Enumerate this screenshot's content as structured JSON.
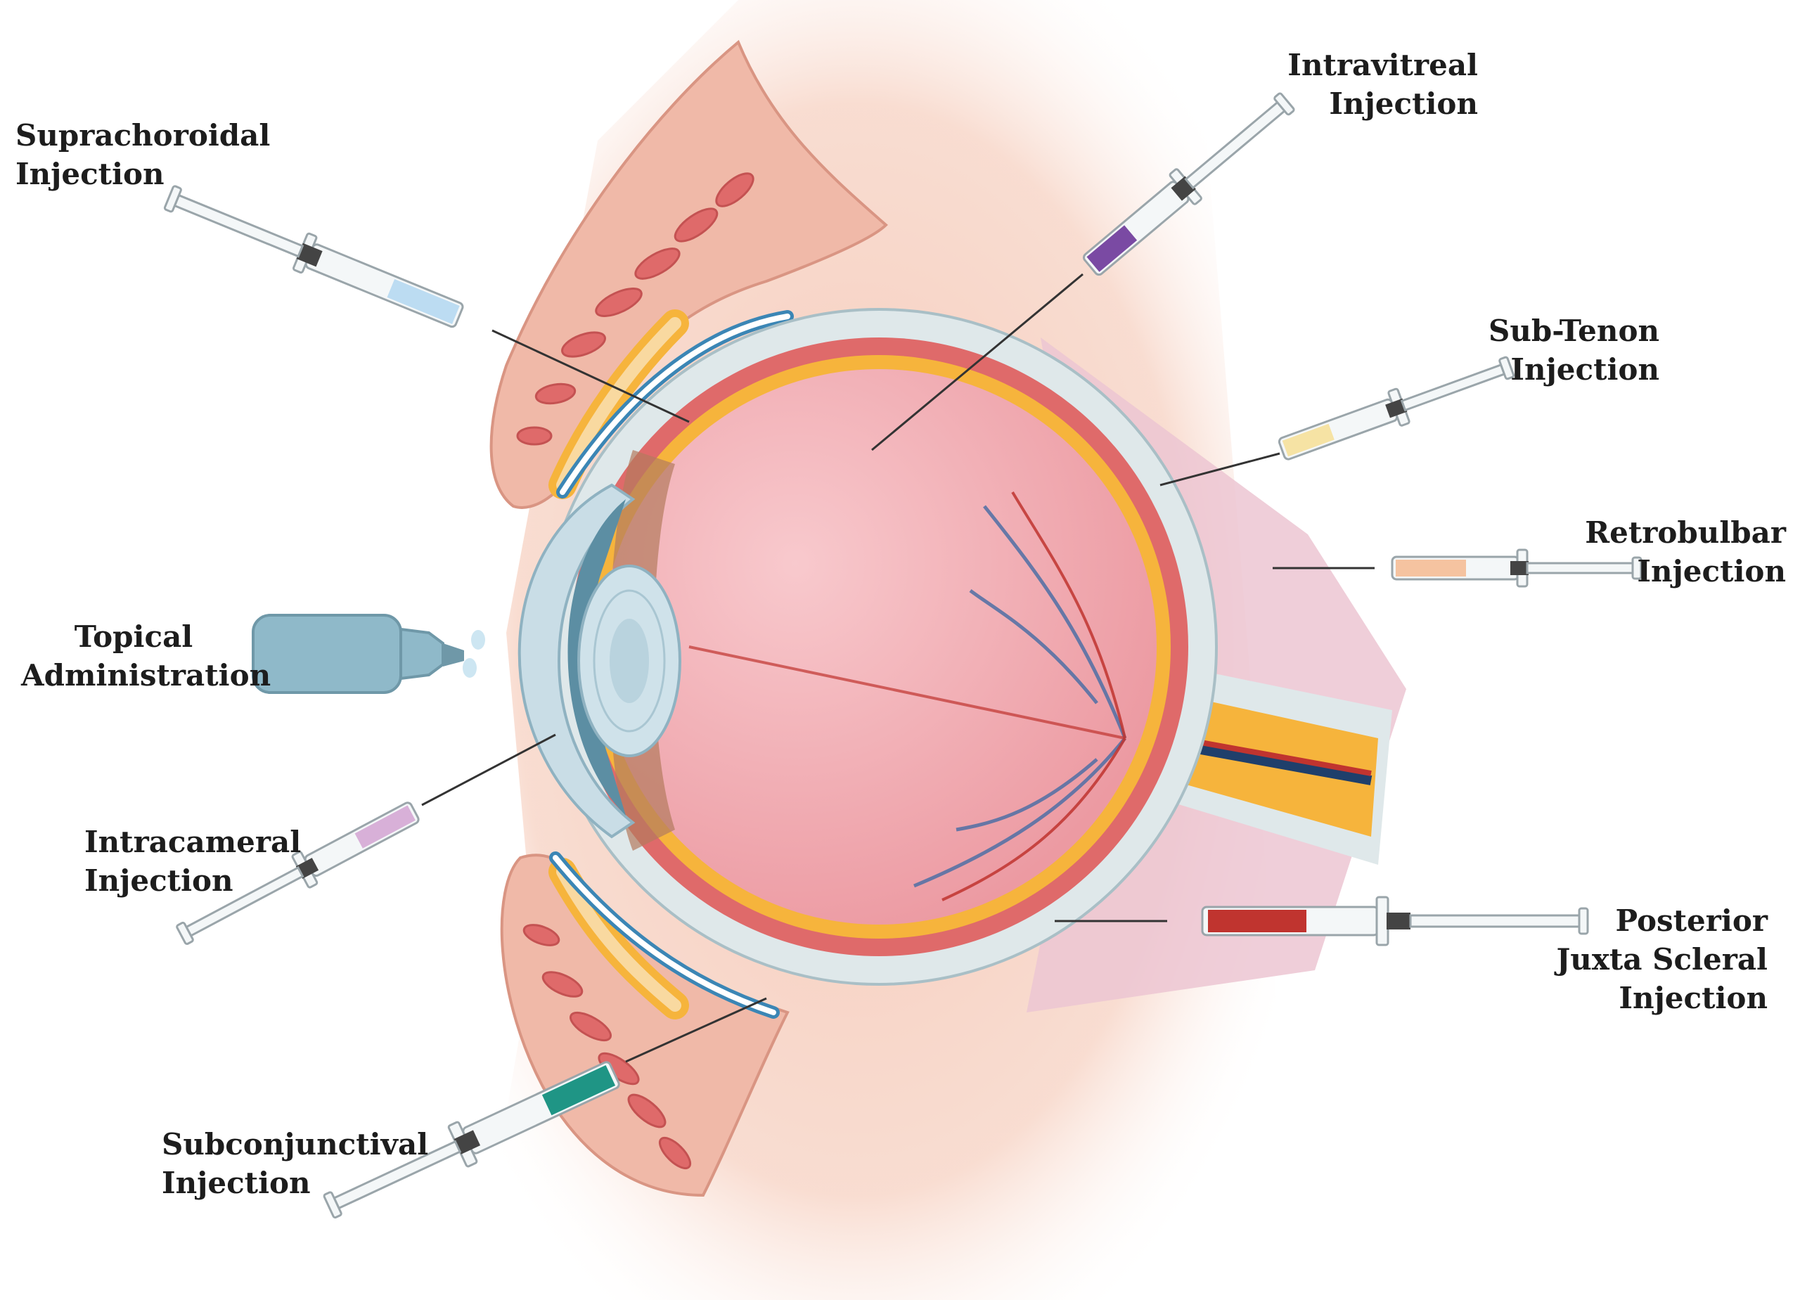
{
  "labels": {
    "suprachoroidal": [
      "Suprachoroidal",
      "Injection"
    ],
    "intravitreal": [
      "Intravitreal",
      "Injection"
    ],
    "sub_tenon": [
      "Sub-Tenon",
      "Injection"
    ],
    "retrobulbar": [
      "Retrobulbar",
      "Injection"
    ],
    "topical": [
      "Topical",
      "Administration"
    ],
    "intracameral": [
      "Intracameral",
      "Injection"
    ],
    "posterior_juxta_scleral": [
      "Posterior",
      "Juxta Scleral",
      "Injection"
    ],
    "subconjunctival": [
      "Subconjunctival",
      "Injection"
    ]
  },
  "colors": {
    "suprachoroidal_fluid": "#bcdcf2",
    "intravitreal_fluid": "#7a4aa3",
    "sub_tenon_fluid": "#f6e3a4",
    "retrobulbar_fluid": "#f5c3a0",
    "intracameral_fluid": "#d8b0d8",
    "posterior_juxta_scleral_fluid": "#c0342f",
    "subconjunctival_fluid": "#1f9585",
    "sclera": "#dfe8ea",
    "choroid": "#df6a6a",
    "retina": "#f6b43c",
    "vitreous": "#f2adb3",
    "orbit_fat": "#ecc6d2"
  }
}
